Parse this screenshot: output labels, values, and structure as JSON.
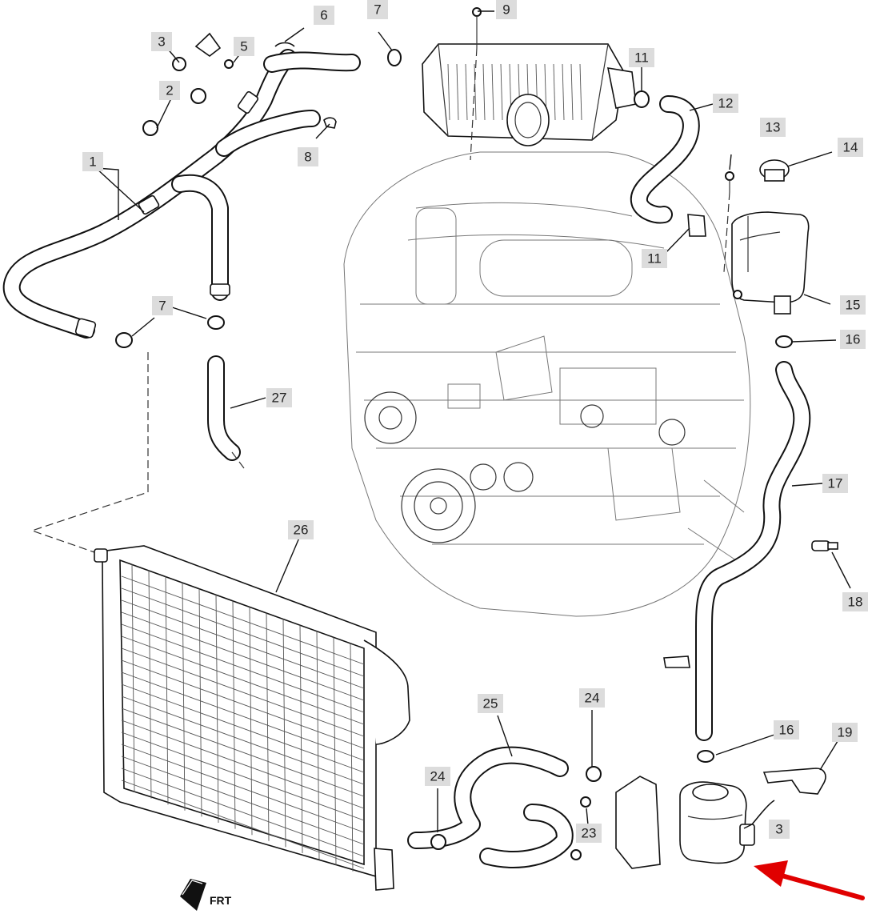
{
  "callouts": [
    {
      "id": "c1",
      "label": "1"
    },
    {
      "id": "c2",
      "label": "2"
    },
    {
      "id": "c3a",
      "label": "3"
    },
    {
      "id": "c3b",
      "label": "3"
    },
    {
      "id": "c5",
      "label": "5"
    },
    {
      "id": "c6",
      "label": "6"
    },
    {
      "id": "c7a",
      "label": "7"
    },
    {
      "id": "c7b",
      "label": "7"
    },
    {
      "id": "c8",
      "label": "8"
    },
    {
      "id": "c9",
      "label": "9"
    },
    {
      "id": "c11a",
      "label": "11"
    },
    {
      "id": "c11b",
      "label": "11"
    },
    {
      "id": "c12",
      "label": "12"
    },
    {
      "id": "c13",
      "label": "13"
    },
    {
      "id": "c14",
      "label": "14"
    },
    {
      "id": "c15",
      "label": "15"
    },
    {
      "id": "c16a",
      "label": "16"
    },
    {
      "id": "c16b",
      "label": "16"
    },
    {
      "id": "c17",
      "label": "17"
    },
    {
      "id": "c18",
      "label": "18"
    },
    {
      "id": "c19",
      "label": "19"
    },
    {
      "id": "c23",
      "label": "23"
    },
    {
      "id": "c24a",
      "label": "24"
    },
    {
      "id": "c24b",
      "label": "24"
    },
    {
      "id": "c25",
      "label": "25"
    },
    {
      "id": "c26",
      "label": "26"
    },
    {
      "id": "c27",
      "label": "27"
    }
  ],
  "direction_marker": {
    "label": "FRT"
  },
  "highlight_arrow": {
    "color": "#e00000"
  }
}
